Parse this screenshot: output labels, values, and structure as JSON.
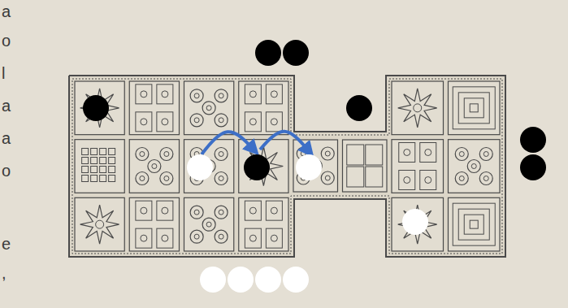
{
  "diagram": {
    "labels": [
      "a",
      "o",
      "l",
      "a",
      "a",
      "o",
      "e",
      ","
    ]
  }
}
